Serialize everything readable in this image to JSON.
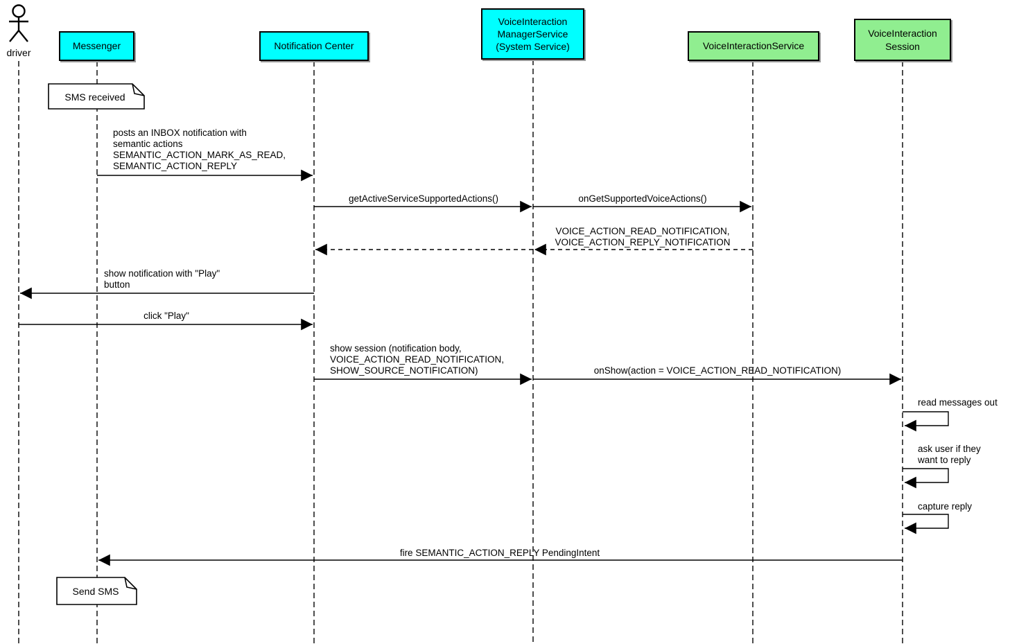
{
  "diagram": {
    "type": "uml-sequence-diagram",
    "colors": {
      "participant_cyan": "#00FFFF",
      "participant_green": "#90EE90",
      "border": "#000000",
      "line": "#000000",
      "background": "#FFFFFF",
      "note_fill": "#FFFFFF"
    },
    "actor": {
      "label": "driver"
    },
    "participants": [
      {
        "id": "messenger",
        "label": "Messenger",
        "color": "#00FFFF"
      },
      {
        "id": "notification-center",
        "label": "Notification Center",
        "color": "#00FFFF"
      },
      {
        "id": "voice-interaction-manager-service",
        "label": "VoiceInteraction\nManagerService\n(System Service)",
        "color": "#00FFFF"
      },
      {
        "id": "voice-interaction-service",
        "label": "VoiceInteractionService",
        "color": "#90EE90"
      },
      {
        "id": "voice-interaction-session",
        "label": "VoiceInteraction\nSession",
        "color": "#90EE90"
      }
    ],
    "notes": [
      {
        "id": "sms-received",
        "label": "SMS received"
      },
      {
        "id": "send-sms",
        "label": "Send SMS"
      }
    ],
    "messages": [
      {
        "from": "Messenger",
        "to": "Notification Center",
        "style": "solid",
        "label": "posts an INBOX notification with\nsemantic actions\nSEMANTIC_ACTION_MARK_AS_READ,\nSEMANTIC_ACTION_REPLY"
      },
      {
        "from": "Notification Center",
        "to": "VoiceInteraction ManagerService (System Service)",
        "style": "solid",
        "label": "getActiveServiceSupportedActions()"
      },
      {
        "from": "VoiceInteraction ManagerService (System Service)",
        "to": "VoiceInteractionService",
        "style": "solid",
        "label": "onGetSupportedVoiceActions()"
      },
      {
        "from": "VoiceInteractionService",
        "to": "Notification Center",
        "style": "dashed-return",
        "label": "VOICE_ACTION_READ_NOTIFICATION,\nVOICE_ACTION_REPLY_NOTIFICATION"
      },
      {
        "from": "Notification Center",
        "to": "driver",
        "style": "solid",
        "label": "show notification with \"Play\"\nbutton"
      },
      {
        "from": "driver",
        "to": "Notification Center",
        "style": "solid",
        "label": "click \"Play\""
      },
      {
        "from": "Notification Center",
        "to": "VoiceInteraction ManagerService (System Service)",
        "style": "solid",
        "label": "show session (notification body,\nVOICE_ACTION_READ_NOTIFICATION,\nSHOW_SOURCE_NOTIFICATION)"
      },
      {
        "from": "VoiceInteraction ManagerService (System Service)",
        "to": "VoiceInteraction Session",
        "style": "solid",
        "label": "onShow(action = VOICE_ACTION_READ_NOTIFICATION)"
      },
      {
        "from": "VoiceInteraction Session",
        "to": "VoiceInteraction Session",
        "style": "self",
        "label": "read messages out"
      },
      {
        "from": "VoiceInteraction Session",
        "to": "VoiceInteraction Session",
        "style": "self",
        "label": "ask user if they\nwant to reply"
      },
      {
        "from": "VoiceInteraction Session",
        "to": "VoiceInteraction Session",
        "style": "self",
        "label": "capture reply"
      },
      {
        "from": "VoiceInteraction Session",
        "to": "Messenger",
        "style": "solid",
        "label": "fire SEMANTIC_ACTION_REPLY PendingIntent"
      }
    ]
  }
}
